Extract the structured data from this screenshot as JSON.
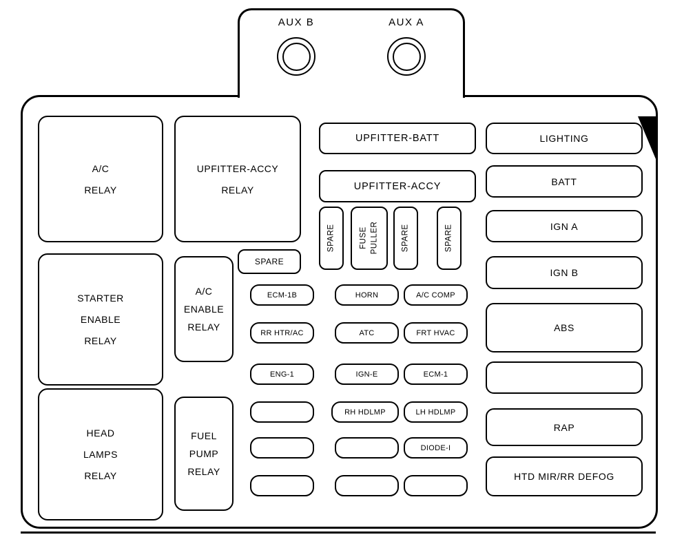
{
  "aux": {
    "b_label": "AUX B",
    "a_label": "AUX A"
  },
  "relays": {
    "ac": [
      "A/C",
      "RELAY"
    ],
    "starter": [
      "STARTER",
      "ENABLE",
      "RELAY"
    ],
    "head_lamps": [
      "HEAD",
      "LAMPS",
      "RELAY"
    ],
    "upfitter_accy": [
      "UPFITTER-ACCY",
      "RELAY"
    ],
    "ac_enable": [
      "A/C",
      "ENABLE",
      "RELAY"
    ],
    "fuel_pump": [
      "FUEL",
      "PUMP",
      "RELAY"
    ]
  },
  "fuses": {
    "spare_top": "SPARE",
    "upfitter_batt": "UPFITTER-BATT",
    "upfitter_accy": "UPFITTER-ACCY",
    "vertical": [
      [
        "SPARE"
      ],
      [
        "FUSE",
        "PULLER"
      ],
      [
        "SPARE"
      ],
      [
        "SPARE"
      ]
    ],
    "grid": [
      [
        "ECM-1B",
        "HORN",
        "A/C COMP"
      ],
      [
        "RR HTR/AC",
        "ATC",
        "FRT HVAC"
      ],
      [
        "ENG-1",
        "IGN-E",
        "ECM-1"
      ],
      [
        "",
        "RH HDLMP",
        "LH HDLMP"
      ],
      [
        "",
        "",
        "DIODE-I"
      ],
      [
        "",
        "",
        ""
      ]
    ],
    "right_column": [
      "LIGHTING",
      "BATT",
      "IGN A",
      "IGN B",
      "ABS",
      "",
      "RAP",
      "HTD MIR/RR DEFOG"
    ]
  },
  "colors": {
    "stroke": "#000000",
    "background": "#ffffff",
    "notch": "#000000"
  }
}
